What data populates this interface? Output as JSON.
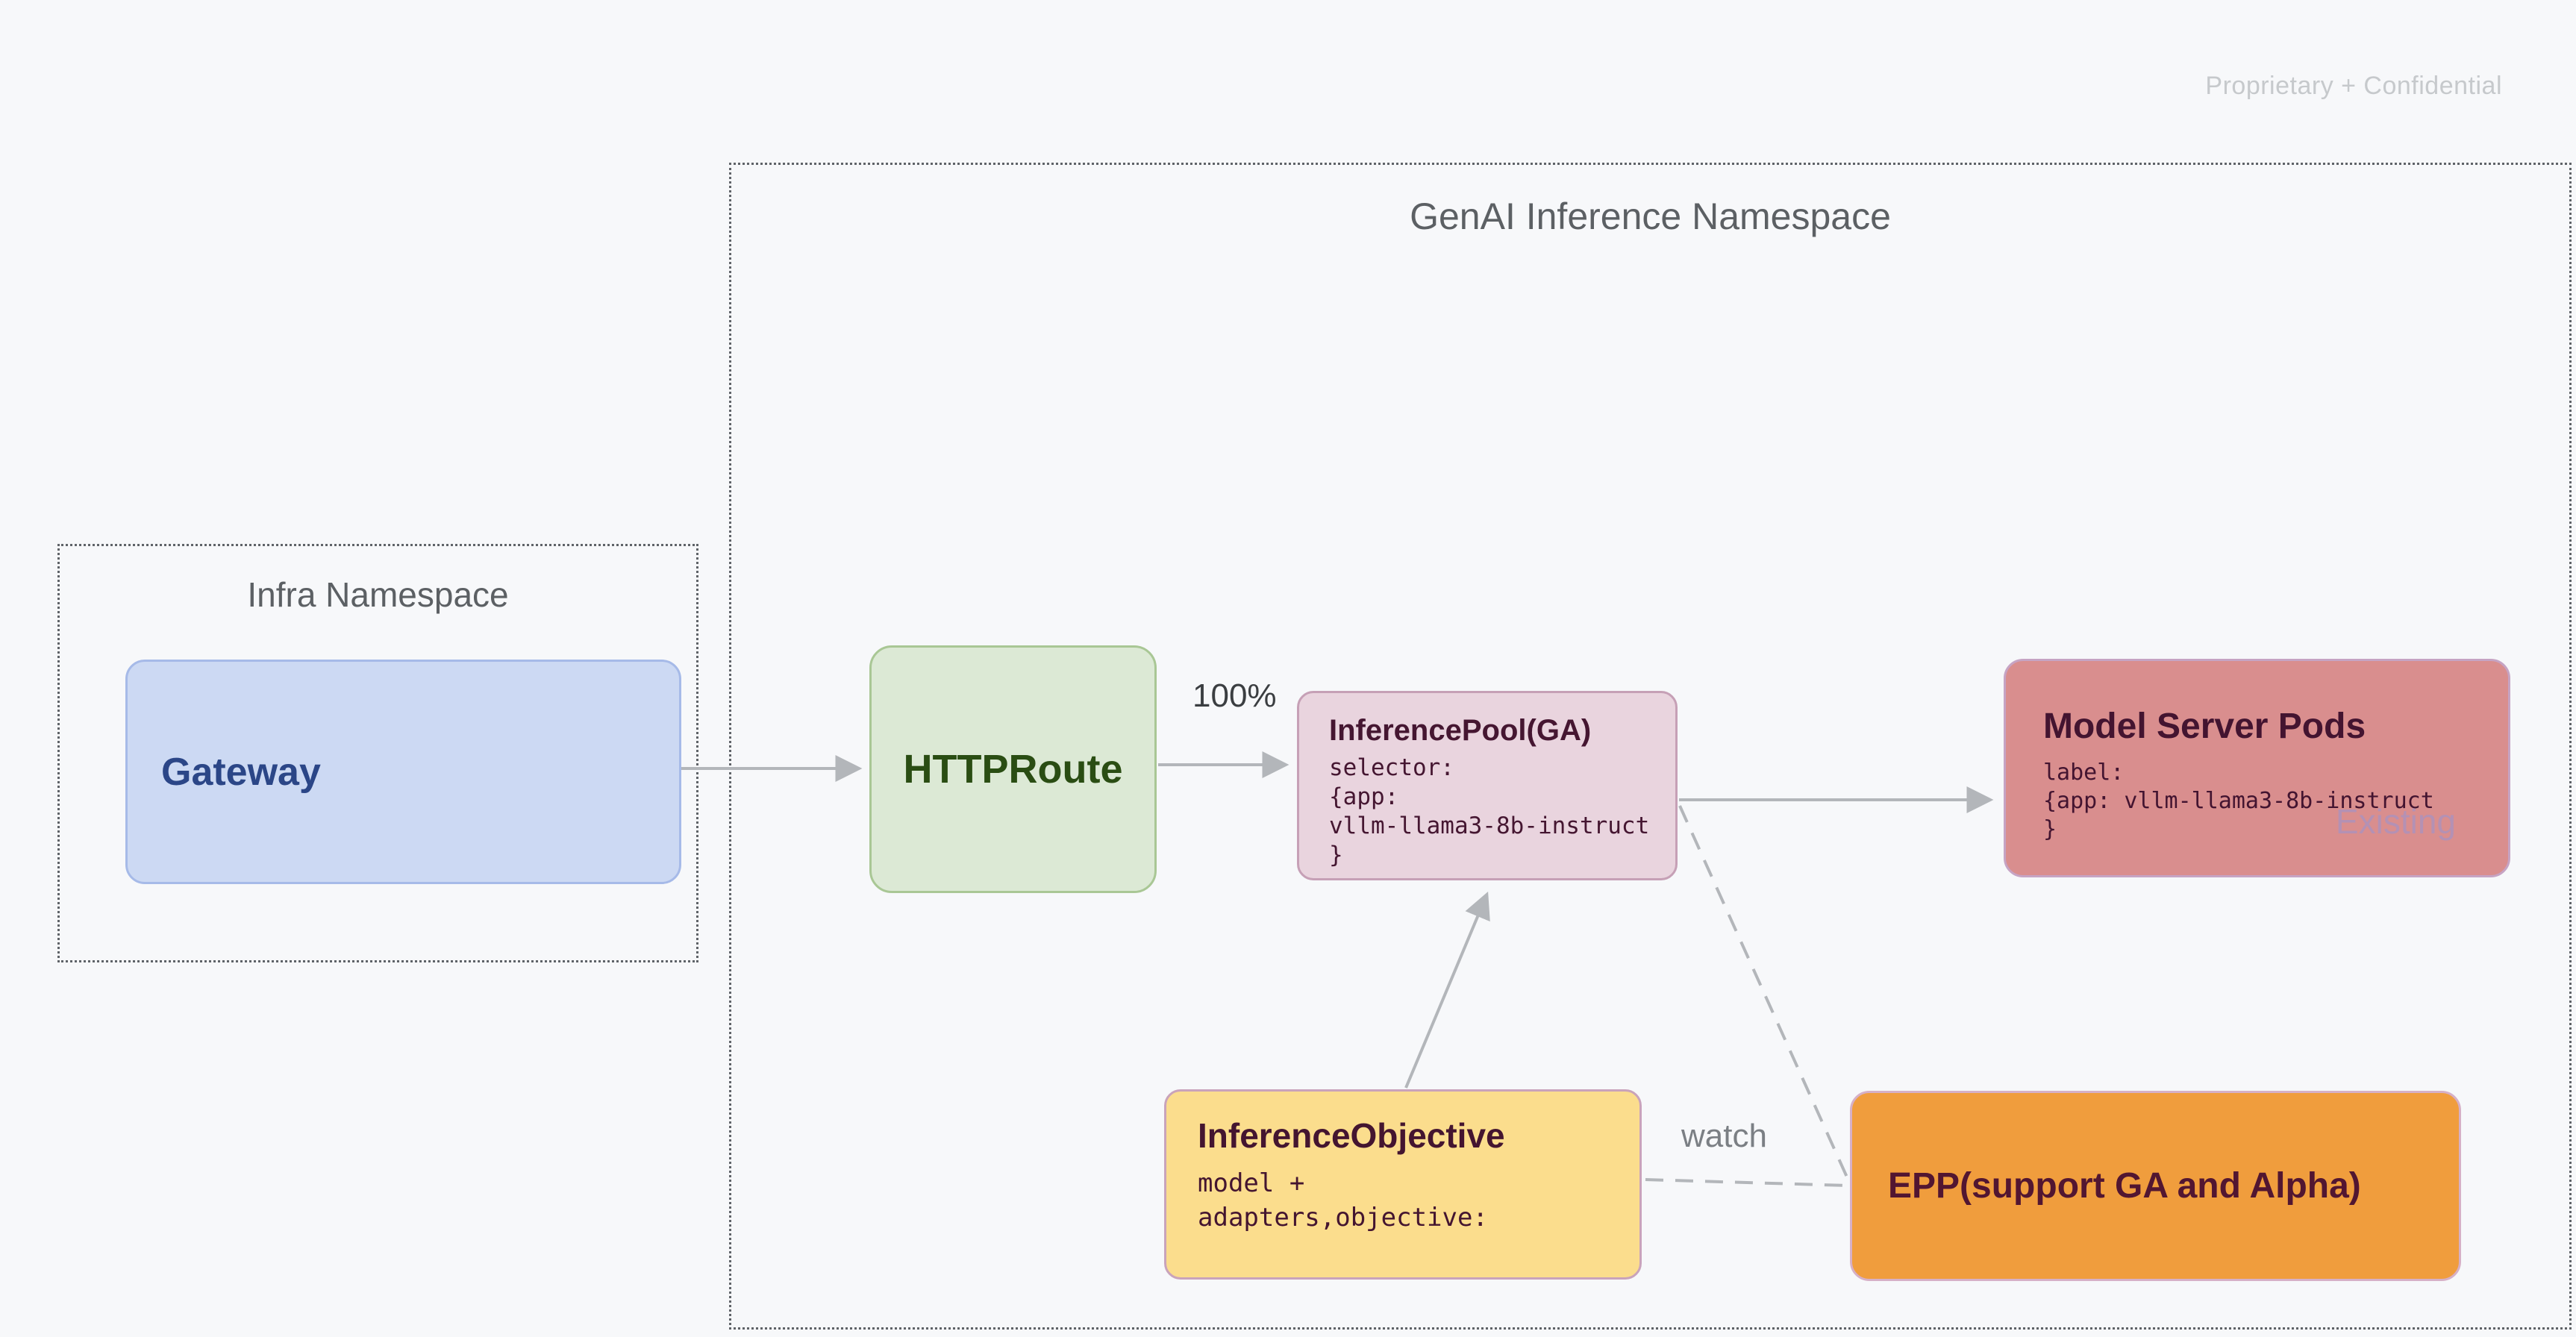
{
  "page": {
    "watermark": "Proprietary + Confidential"
  },
  "genai_namespace": {
    "title": "GenAI Inference Namespace"
  },
  "infra_namespace": {
    "title": "Infra Namespace"
  },
  "nodes": {
    "gateway": {
      "title": "Gateway"
    },
    "httproute": {
      "title": "HTTPRoute"
    },
    "inference_pool": {
      "title": "InferencePool(GA)",
      "code": "selector:\n{app:\nvllm-llama3-8b-instruct\n}"
    },
    "model_server_pods": {
      "title": "Model Server Pods",
      "code": "label:\n{app: vllm-llama3-8b-instruct\n}",
      "badge": "Existing"
    },
    "inference_objective": {
      "title": "InferenceObjective",
      "code": "model +\nadapters,objective:"
    },
    "epp": {
      "title": "EPP(support GA and Alpha)"
    }
  },
  "edges": {
    "httproute_to_pool": {
      "label": "100%"
    },
    "objective_to_epp": {
      "label": "watch"
    }
  },
  "colors": {
    "bg": "#f7f8fa",
    "watermark_text": "#c6c9cc",
    "ns_border": "#5f6368",
    "ns_title_text": "#5c6064",
    "gateway_fill": "#ccd9f3",
    "gateway_border": "#a6bae8",
    "gateway_text": "#2b4687",
    "httproute_fill": "#dce9d5",
    "httproute_border": "#a9c795",
    "httproute_text": "#2a4d13",
    "pool_fill": "#e9d4de",
    "pool_border": "#c6a0b6",
    "pool_text": "#451631",
    "pods_fill": "#d98e8e",
    "pods_border": "#c6a4c4",
    "pods_text": "#431430",
    "existing_text": "#b491b4",
    "objective_fill": "#fbdd8d",
    "objective_border": "#c9a3bb",
    "objective_text": "#441530",
    "epp_fill": "#f09d3d",
    "epp_border": "#d6b0c7",
    "epp_text": "#521631",
    "arrow": "#b3b6ba",
    "pct_label_text": "#3b3e41",
    "watch_label_text": "#7b7f84"
  }
}
